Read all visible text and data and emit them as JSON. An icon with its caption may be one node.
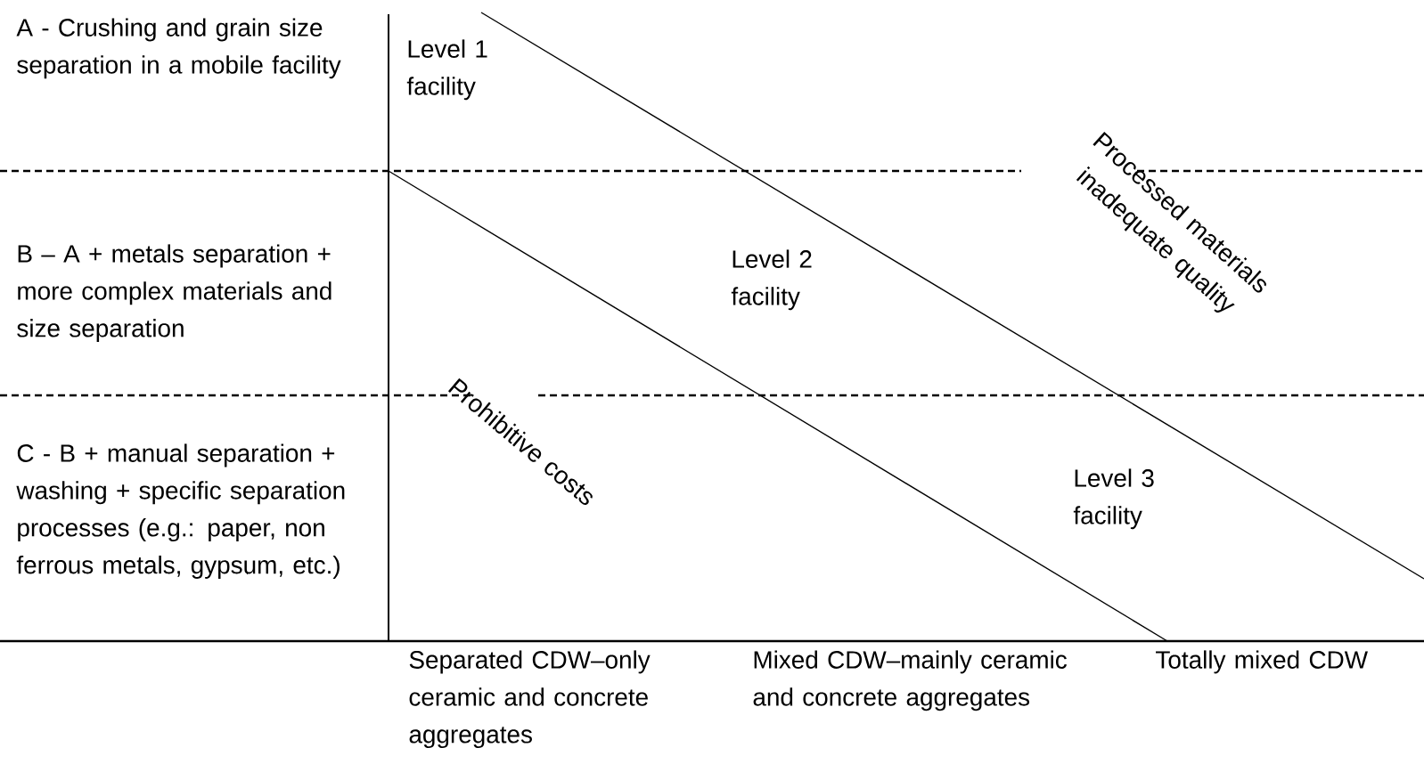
{
  "diagram": {
    "labels": [
      "A - Crushing and grain size separation in a mobile facility",
      "Level 1 facility",
      "Processed materials inadequate quality",
      "B – A + metals separation + more complex materials and size separation",
      "Level 2 facility",
      "C - B + manual separation + washing + specific separation processes (e.g.: paper, non ferrous metals, gypsum, etc.)",
      "Prohibitive costs",
      "Level 3 facility",
      "Separated CDW–only ceramic and concrete aggregates",
      "Mixed CDW–mainly ceramic and concrete aggregates",
      "Totally mixed CDW"
    ]
  }
}
